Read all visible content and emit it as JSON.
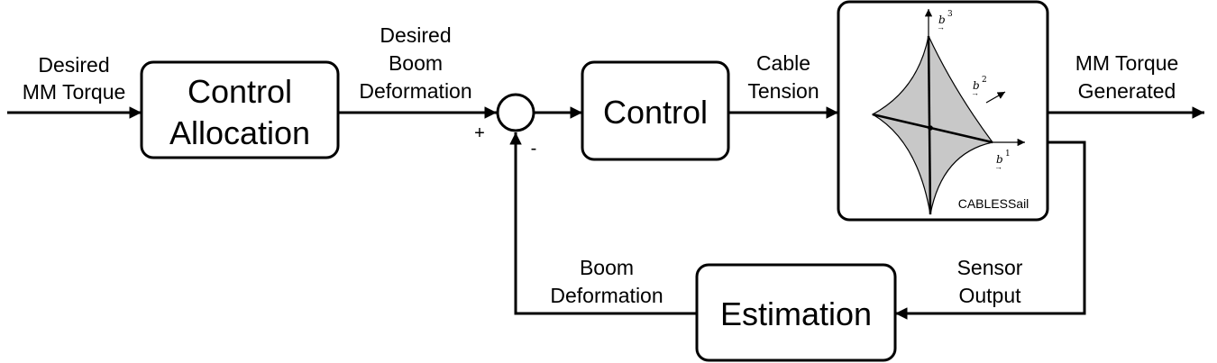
{
  "inputs": {
    "desired_mm_torque": [
      "Desired",
      "MM Torque"
    ],
    "desired_boom_deformation": [
      "Desired",
      "Boom",
      "Deformation"
    ]
  },
  "blocks": {
    "control_allocation": [
      "Control",
      "Allocation"
    ],
    "control": "Control",
    "estimation": "Estimation"
  },
  "summing_junction": {
    "plus": "+",
    "minus": "-"
  },
  "signals": {
    "cable_tension": [
      "Cable",
      "Tension"
    ],
    "mm_torque_generated": [
      "MM Torque",
      "Generated"
    ],
    "sensor_output": [
      "Sensor",
      "Output"
    ],
    "boom_deformation": [
      "Boom",
      "Deformation"
    ]
  },
  "plant": {
    "label": "CABLESSail",
    "axes": [
      {
        "symbol": "b",
        "index": "3"
      },
      {
        "symbol": "b",
        "index": "2"
      },
      {
        "symbol": "b",
        "index": "1"
      }
    ]
  }
}
